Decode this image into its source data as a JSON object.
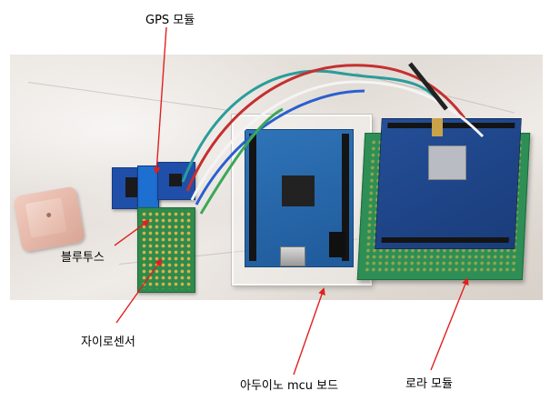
{
  "labels": {
    "gps_module": "GPS 모듈",
    "bluetooth": "블루투스",
    "gyro_sensor": "자이로센서",
    "arduino_board": "아두이노 mcu 보드",
    "lora_module": "로라 모듈"
  },
  "colors": {
    "annotation_arrow": "#e02020",
    "label_text": "#000000",
    "arduino_pcb": "#2b6cb0",
    "lora_pcb": "#1f4a90",
    "perfboard": "#2f8a4c"
  }
}
